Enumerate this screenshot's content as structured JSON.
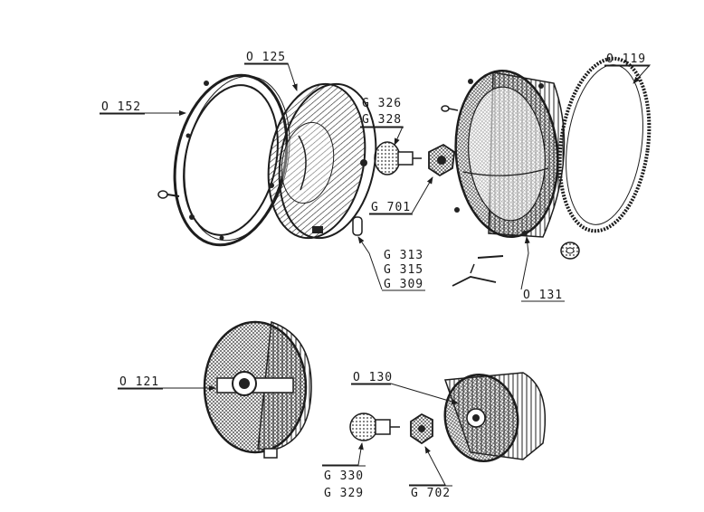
{
  "labels": {
    "o152": "O 152",
    "o125": "O 125",
    "g326": "G 326",
    "g328": "G 328",
    "g701": "G 701",
    "g313": "G 313",
    "g315": "G 315",
    "g309": "G 309",
    "o131": "O 131",
    "o119": "O 119",
    "o121": "O 121",
    "o130": "O 130",
    "g330": "G 330",
    "g329": "G 329",
    "g702": "G 702"
  }
}
